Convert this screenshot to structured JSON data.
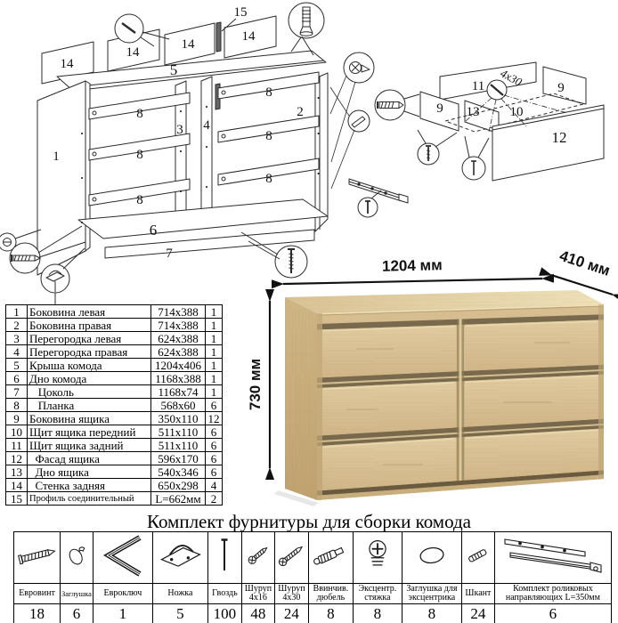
{
  "dimensions": {
    "width": "1204 мм",
    "height": "730 мм",
    "depth": "410 мм"
  },
  "diagram": {
    "main_labels": [
      "1",
      "2",
      "3",
      "4",
      "5",
      "6",
      "7",
      "8",
      "8",
      "8",
      "8",
      "8",
      "8",
      "14",
      "14",
      "14",
      "14",
      "15"
    ],
    "drawer_labels": [
      "9",
      "9",
      "10",
      "11",
      "12",
      "13"
    ],
    "screw_size_label": "4x30"
  },
  "parts_table": {
    "rows": [
      {
        "num": "1",
        "name": "Боковина левая",
        "size": "714x388",
        "qty": "1"
      },
      {
        "num": "2",
        "name": "Боковина правая",
        "size": "714x388",
        "qty": "1"
      },
      {
        "num": "3",
        "name": "Перегородка левая",
        "size": "624x388",
        "qty": "1"
      },
      {
        "num": "4",
        "name": "Перегородка правая",
        "size": "624x388",
        "qty": "1"
      },
      {
        "num": "5",
        "name": "Крыша комода",
        "size": "1204x406",
        "qty": "1"
      },
      {
        "num": "6",
        "name": "Дно комода",
        "size": "1168x388",
        "qty": "1"
      },
      {
        "num": "7",
        "name": "   Цоколь",
        "size": "1168x74",
        "qty": "1"
      },
      {
        "num": "8",
        "name": "   Планка",
        "size": "568x60",
        "qty": "6"
      },
      {
        "num": "9",
        "name": "Боковина ящика",
        "size": "350x110",
        "qty": "12"
      },
      {
        "num": "10",
        "name": "Щит ящика передний",
        "size": "511x110",
        "qty": "6"
      },
      {
        "num": "11",
        "name": "Щит ящика задний",
        "size": "511x110",
        "qty": "6"
      },
      {
        "num": "12",
        "name": "  Фасад ящика",
        "size": "596x170",
        "qty": "6"
      },
      {
        "num": "13",
        "name": "  Дно ящика",
        "size": "540x346",
        "qty": "6"
      },
      {
        "num": "14",
        "name": "  Стенка задняя",
        "size": "650x298",
        "qty": "4"
      },
      {
        "num": "15",
        "name": "Профиль соединительный",
        "size": "L=662мм",
        "qty": "2"
      }
    ]
  },
  "hardware": {
    "title": "Комплект фурнитуры для сборки комода",
    "items": [
      {
        "name": "Евровинт",
        "qty": "18"
      },
      {
        "name": "Заглушка",
        "qty": "6"
      },
      {
        "name": "Евроключ",
        "qty": "1"
      },
      {
        "name": "Ножка",
        "qty": "5"
      },
      {
        "name": "Гвоздь",
        "qty": "100"
      },
      {
        "name": "Шуруп 4x16",
        "qty": "48"
      },
      {
        "name": "Шуруп 4x30",
        "qty": "24"
      },
      {
        "name": "Ввинчив. дюбель",
        "qty": "8"
      },
      {
        "name": "Эксцентр. стяжка",
        "qty": "8"
      },
      {
        "name": "Заглушка для эксцентрика",
        "qty": "8"
      },
      {
        "name": "Шкант",
        "qty": "24"
      },
      {
        "name": "Комплект роликовых направляющих L=350мм",
        "qty": "6"
      }
    ]
  }
}
